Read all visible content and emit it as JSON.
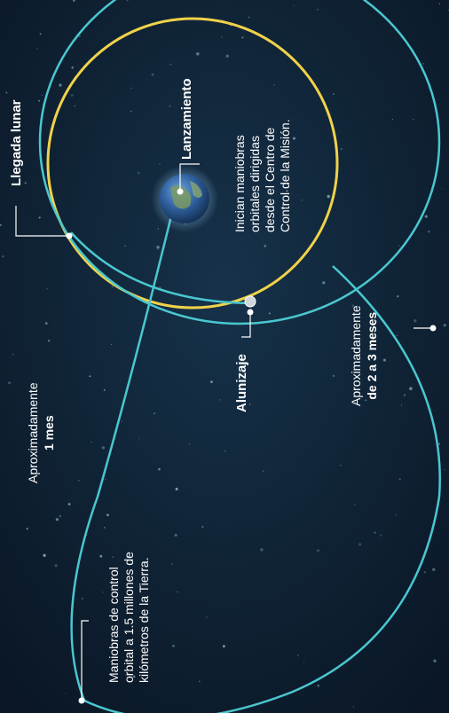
{
  "colors": {
    "background": "#0d1c2c",
    "trajectory": "#4ac7cf",
    "earth_orbit": "#f0d24a",
    "label_text": "#ffffff"
  },
  "labels": {
    "llegada_lunar": "Llegada lunar",
    "lanzamiento": "Lanzamiento",
    "iniciativa": [
      "Inician maniobras",
      "orbitales dirigidas",
      "desde el Centro de",
      "Control de la Misión."
    ],
    "alunizaje": "Alunizaje",
    "aprox_1mes_line1": "Aproximadamente",
    "aprox_1mes_line2": "1 mes",
    "aprox_2a3_line1": "Aproximadamente",
    "aprox_2a3_line2": "de 2 a 3 meses",
    "maniobras": [
      "Maniobras de control",
      "orbital a 1.5 millones de",
      "kilómetros de la Tierra."
    ]
  }
}
